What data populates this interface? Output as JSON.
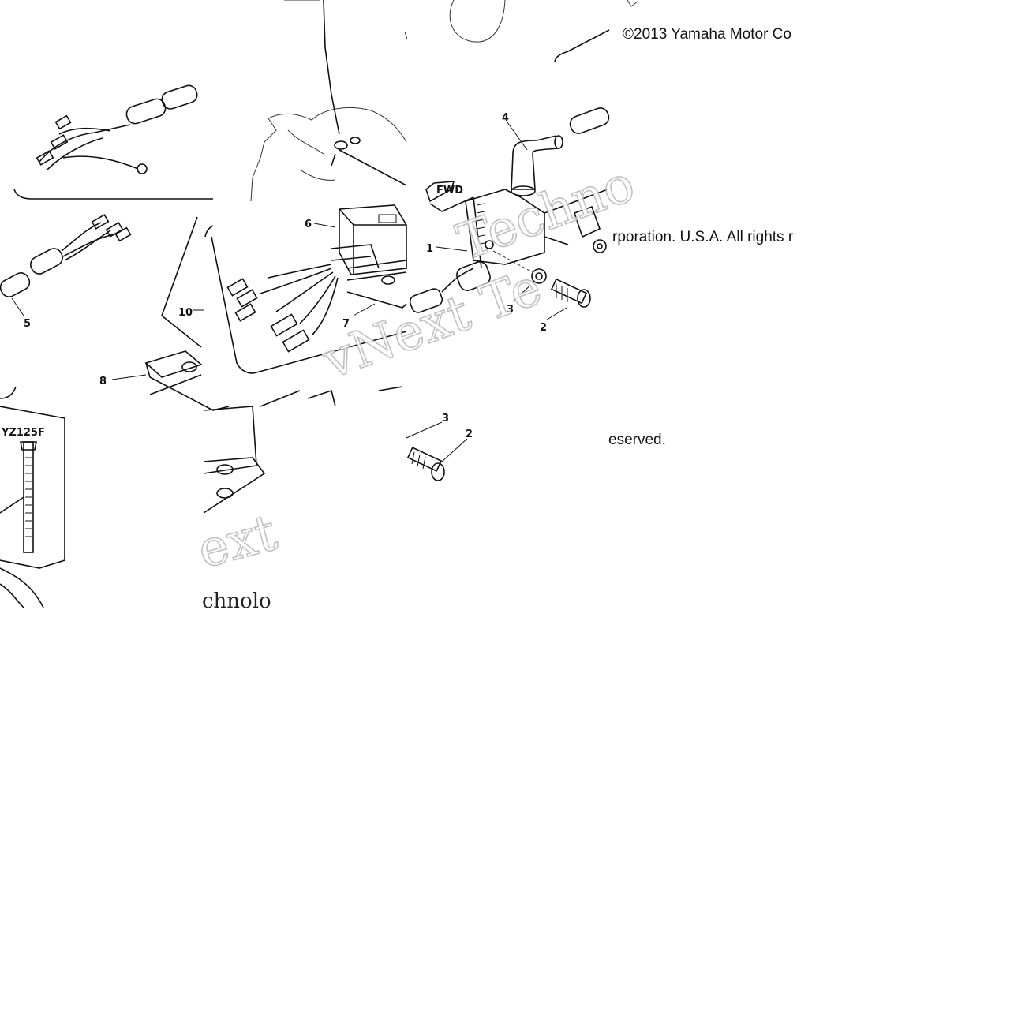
{
  "copyright": {
    "line1": "©2013 Yamaha Motor Co",
    "line2": "rporation. U.S.A. All rights r",
    "line3": "eserved."
  },
  "watermark": {
    "text_a": "vNext Te",
    "text_b": "Techno",
    "text_c": "ext",
    "text_d": "chnolo"
  },
  "model_label": "YZ125F",
  "fwd_label": "FWD",
  "callouts": {
    "c1": "1",
    "c2a": "2",
    "c2b": "2",
    "c3a": "3",
    "c3b": "3",
    "c4": "4",
    "c5": "5",
    "c6": "6",
    "c7": "7",
    "c8": "8",
    "c10": "10"
  }
}
